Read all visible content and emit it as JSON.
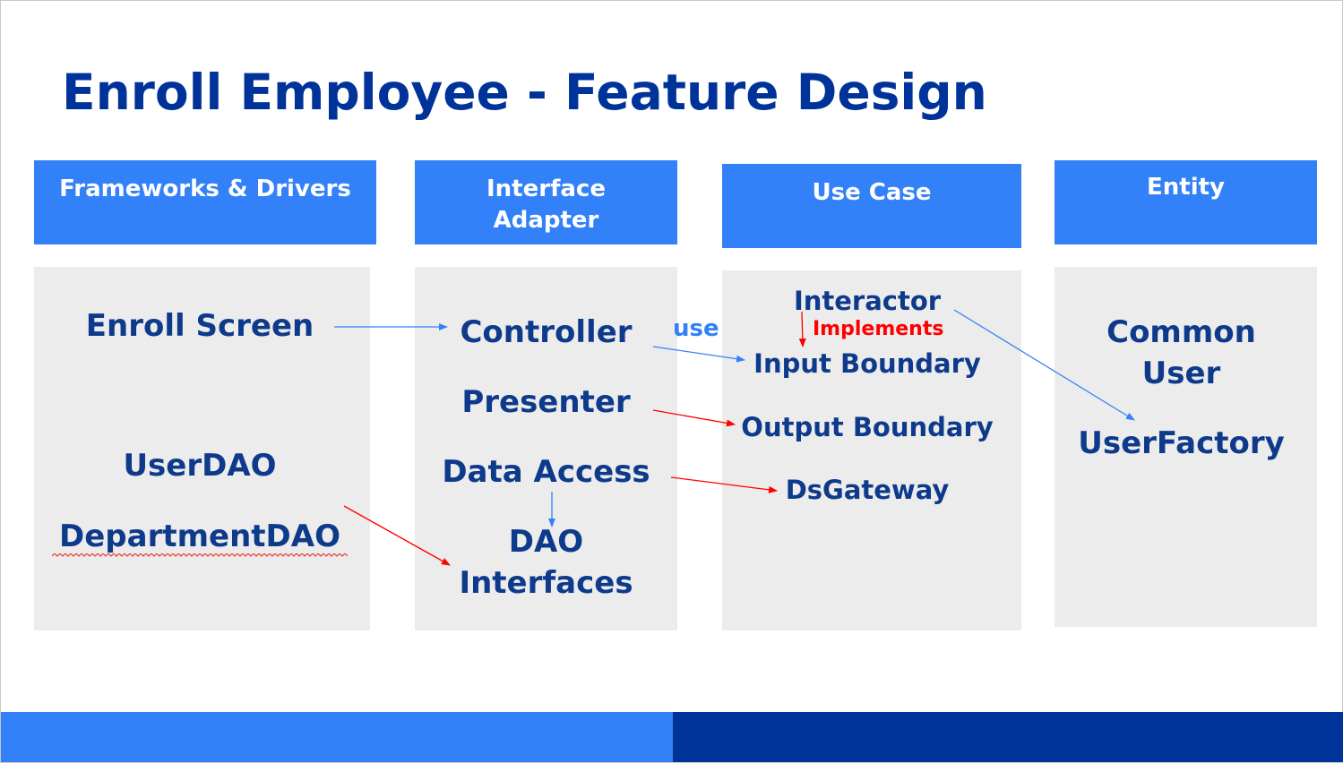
{
  "title": "Enroll Employee - Feature Design",
  "headers": {
    "frameworks": "Frameworks & Drivers",
    "interface_line1": "Interface",
    "interface_line2": "Adapter",
    "usecase": "Use Case",
    "entity": "Entity"
  },
  "frameworks": {
    "enroll_screen": "Enroll Screen",
    "user_dao": "UserDAO",
    "department_dao": "DepartmentDAO"
  },
  "interface_adapter": {
    "controller": "Controller",
    "presenter": "Presenter",
    "data_access": "Data Access",
    "dao_line1": "DAO",
    "dao_line2": "Interfaces"
  },
  "use_case": {
    "interactor": "Interactor",
    "implements": "Implements",
    "input_boundary": "Input Boundary",
    "output_boundary": "Output Boundary",
    "ds_gateway": "DsGateway"
  },
  "entity": {
    "common_line1": "Common",
    "common_line2": "User",
    "user_factory": "UserFactory"
  },
  "connector_labels": {
    "use": "use"
  },
  "colors": {
    "title": "#003399",
    "header_bg": "#3381f8",
    "panel_bg": "#ececec",
    "text": "#0e3a8c",
    "blue_arrow": "#3381f8",
    "red_arrow": "#ff0000",
    "footer_left": "#3381f8",
    "footer_right": "#003399"
  }
}
